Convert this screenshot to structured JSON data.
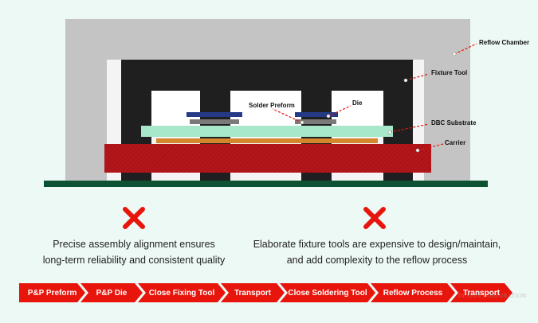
{
  "labels": {
    "reflow_chamber": "Reflow Chamber",
    "fixture_tool": "Fixture Tool",
    "solder_preform": "Solder Preform",
    "die": "Die",
    "dbc_substrate": "DBC Substrate",
    "carrier": "Carrier"
  },
  "captions": {
    "left_line1": "Precise assembly alignment ensures",
    "left_line2": "long-term reliability and consistent quality",
    "right_line1": "Elaborate fixture tools are expensive to design/maintain,",
    "right_line2": "and add complexity to the reflow process"
  },
  "process_steps": [
    "P&P Preform",
    "P&P Die",
    "Close Fixing Tool",
    "Transport",
    "Close Soldering Tool",
    "Reflow Process",
    "Transport"
  ],
  "watermark": "DESIGN CORPORATION",
  "colors": {
    "background": "#edf9f5",
    "chamber": "#c4c4c4",
    "fixture_tool": "#1f1f1f",
    "carrier": "#b5161b",
    "substrate": "#a6e8c9",
    "die": "#243a86",
    "solder_preform": "#7a7a7a",
    "copper": "#d4862d",
    "base_plate": "#0d5233",
    "callout_line": "#e8150c",
    "x_mark": "#e8150c",
    "step_arrow": "#e8150c"
  }
}
